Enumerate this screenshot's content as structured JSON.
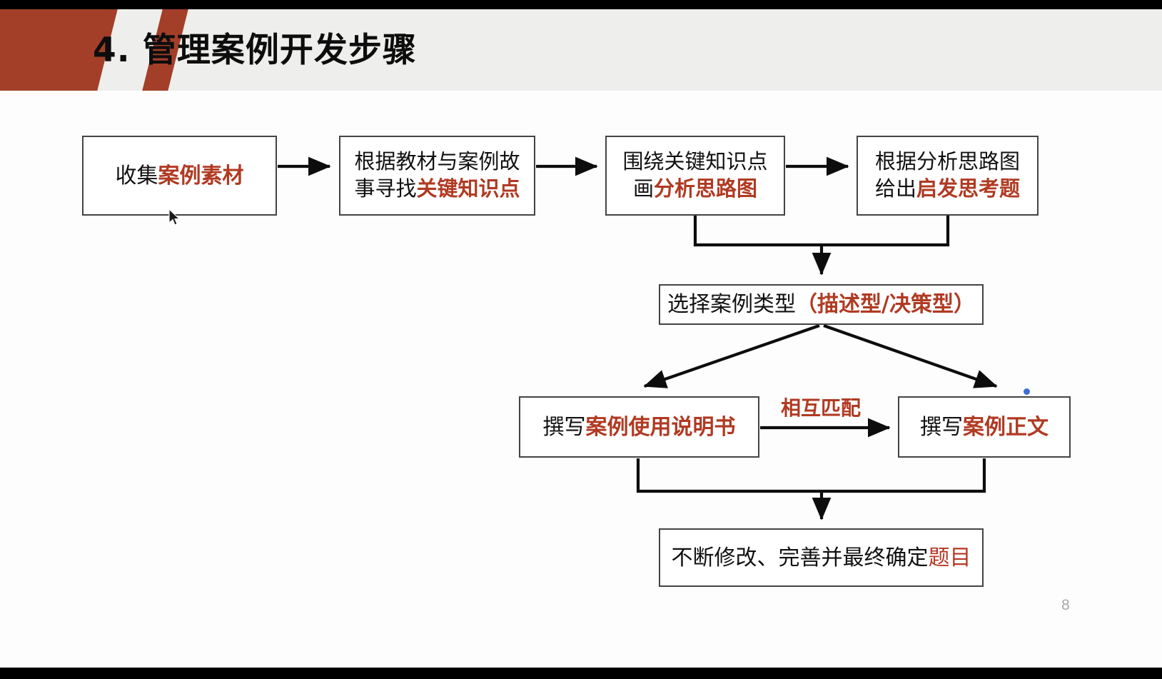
{
  "slide": {
    "title": "4. 管理案例开发步骤",
    "page_number": "8",
    "accent_color": "#a33f28",
    "highlight_color": "#b03a22",
    "header_bg": "#eeeeec",
    "page_bg": "#fdfdfd"
  },
  "flow": {
    "nodes": [
      {
        "id": "collect",
        "lines": [
          [
            {
              "t": "收集",
              "s": "plain"
            },
            {
              "t": "案例素材",
              "s": "highlight"
            }
          ]
        ]
      },
      {
        "id": "textbook",
        "lines": [
          [
            {
              "t": "根据教材与案例故",
              "s": "plain"
            }
          ],
          [
            {
              "t": "事寻找",
              "s": "plain"
            },
            {
              "t": "关键知识点",
              "s": "highlight"
            }
          ]
        ]
      },
      {
        "id": "keypoint",
        "lines": [
          [
            {
              "t": "围绕关键知识点",
              "s": "plain"
            }
          ],
          [
            {
              "t": "画",
              "s": "plain"
            },
            {
              "t": "分析思路图",
              "s": "highlight"
            }
          ]
        ]
      },
      {
        "id": "thinkq",
        "lines": [
          [
            {
              "t": "根据分析思路图",
              "s": "plain"
            }
          ],
          [
            {
              "t": "给出",
              "s": "plain"
            },
            {
              "t": "启发思考题",
              "s": "highlight"
            }
          ]
        ]
      },
      {
        "id": "casetype",
        "lines": [
          [
            {
              "t": "选择案例类型",
              "s": "plain"
            },
            {
              "t": "（描述型/决策型）",
              "s": "highlight"
            }
          ]
        ]
      },
      {
        "id": "manual",
        "lines": [
          [
            {
              "t": "撰写",
              "s": "plain"
            },
            {
              "t": "案例使用说明书",
              "s": "highlight"
            }
          ]
        ]
      },
      {
        "id": "maintext",
        "lines": [
          [
            {
              "t": "撰写",
              "s": "plain"
            },
            {
              "t": "案例正文",
              "s": "highlight"
            }
          ]
        ]
      },
      {
        "id": "finalize",
        "lines": [
          [
            {
              "t": "不断修改、完善并最终确定",
              "s": "plain"
            },
            {
              "t": "题目",
              "s": "highlight-thin"
            }
          ]
        ]
      }
    ],
    "edge_labels": [
      {
        "id": "match",
        "text": "相互匹配"
      }
    ]
  }
}
